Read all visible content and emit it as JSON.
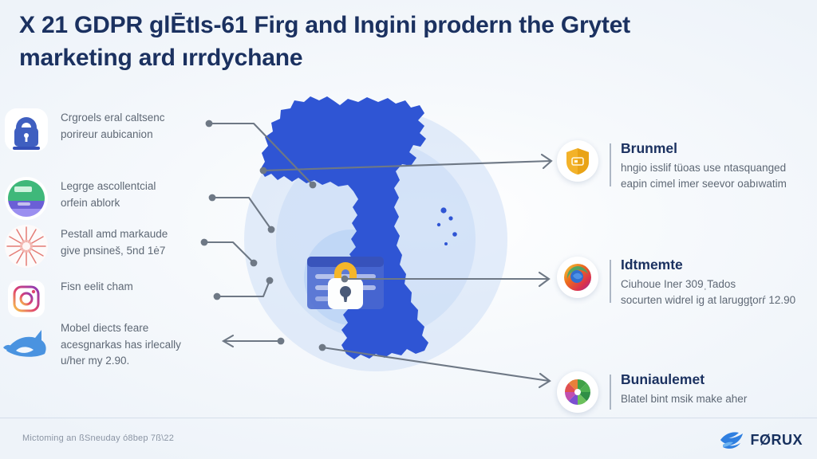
{
  "title": {
    "line1": "X 21 GDPR glĒtIs-61 Firg and Ingini prodern the Grytet",
    "line2": "marketing ard ırrdychane"
  },
  "center": {
    "map_name": "vietnam-map-silhouette",
    "overlay_icon": "document-lock-icon",
    "map_color": "#2f55d4",
    "halo_color": "#cedff6",
    "lock_color": "#f5b62a"
  },
  "left_items": [
    {
      "icon": "padlock-icon",
      "icon_color": "#3f5fc0",
      "lines": [
        "Crgroels eral caltsenc",
        "porireur aubicanion"
      ]
    },
    {
      "icon": "green-badge-icon",
      "icon_color": "#3fb87a",
      "lines": [
        "Legrge ascollentcial",
        "orfein ablork"
      ]
    },
    {
      "icon": "starburst-icon",
      "icon_color": "#e0675f",
      "lines": [
        "Pestall amd markaude",
        "give pnsineš, 5nd 1ė7"
      ]
    },
    {
      "icon": "instagram-icon",
      "icon_color": "#d63b87",
      "lines": [
        "Fisn eelit cham"
      ]
    },
    {
      "icon": "blue-fish-icon",
      "icon_color": "#4a93e0",
      "lines": [
        "Mobel diects feare",
        "acesgnarkas has irlecally",
        "u/her my 2.90."
      ]
    }
  ],
  "right_cards": [
    {
      "icon": "gold-shield-icon",
      "icon_color": "#f3b229",
      "title": "Brunmel",
      "lines": [
        "hngio isslif tüoas use ntasquanged",
        "eapin cimel imer seevor oabıwatim"
      ]
    },
    {
      "icon": "firefox-globe-icon",
      "icon_color": "#e8701a",
      "title": "Idtmemte",
      "lines": [
        "Ciuhoue Iner 309ˌTados",
        "socurten widrel ig at laruggţorŕ 12.90"
      ]
    },
    {
      "icon": "color-wheel-icon",
      "icon_color": "#4caf50",
      "title": "Buniaulemet",
      "lines": [
        "Blatel bint msik make aher"
      ]
    }
  ],
  "footer": {
    "note": "Mictoming an ßSneuday ó8bep 7ß\\22",
    "logo_mark": "phoenix-bird-logo",
    "logo_text": "FØRUX",
    "logo_color": "#2f7fe0"
  },
  "connectors": {
    "line_color": "#6e7885",
    "dot_color": "#6e7885"
  }
}
